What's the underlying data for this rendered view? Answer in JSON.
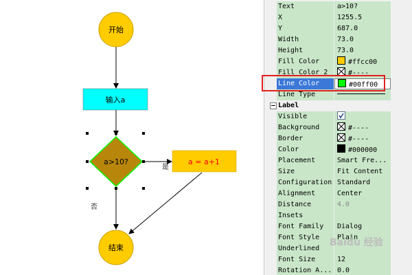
{
  "flowchart": {
    "start": "开始",
    "input": "输入a",
    "decision": "a>10?",
    "process": "a = a+1",
    "end": "结束",
    "yes_label": "是",
    "no_label": "否",
    "colors": {
      "start_fill": "#ffcc00",
      "input_fill": "#00ffff",
      "decision_fill": "#b8860b",
      "decision_stroke": "#00ff00",
      "process_fill": "#ffcc00",
      "process_text": "#ff0000"
    }
  },
  "properties": {
    "rows": [
      {
        "key": "Text",
        "value": "a>10?"
      },
      {
        "key": "X",
        "value": "1255.5"
      },
      {
        "key": "Y",
        "value": "687.0"
      },
      {
        "key": "Width",
        "value": "73.0"
      },
      {
        "key": "Height",
        "value": "73.0"
      },
      {
        "key": "Fill Color",
        "value": "#ffcc00",
        "swatch": "#ffcc00"
      },
      {
        "key": "Fill Color 2",
        "value": "#----",
        "swatch": "none"
      },
      {
        "key": "Line Color",
        "value": "#00ff00",
        "swatch": "#00ff00",
        "selected": true
      },
      {
        "key": "Line Type",
        "value": "",
        "line": true
      }
    ],
    "section_label": "Label",
    "label_rows": [
      {
        "key": "Visible",
        "value": "",
        "check": true
      },
      {
        "key": "Background",
        "value": "#----",
        "swatch": "none"
      },
      {
        "key": "Border",
        "value": "#----",
        "swatch": "none"
      },
      {
        "key": "Color",
        "value": "#000000",
        "swatch": "#000000"
      },
      {
        "key": "Placement",
        "value": "Smart Fre..."
      },
      {
        "key": "Size",
        "value": "Fit Content"
      },
      {
        "key": "Configuration",
        "value": "Standard"
      },
      {
        "key": "Alignment",
        "value": "Center"
      },
      {
        "key": "Distance",
        "value": "4.0",
        "muted": true
      },
      {
        "key": "Insets",
        "value": ""
      },
      {
        "key": "Font Family",
        "value": "Dialog"
      },
      {
        "key": "Font Style",
        "value": "Plain"
      },
      {
        "key": "Underlined",
        "value": ""
      },
      {
        "key": "Font Size",
        "value": "12"
      },
      {
        "key": "Rotation A...",
        "value": "0.0"
      }
    ]
  },
  "watermark": "Baidu 经验"
}
